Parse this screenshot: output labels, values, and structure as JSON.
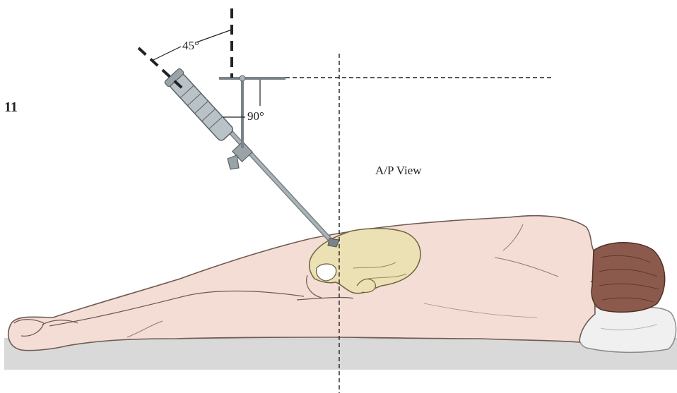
{
  "figure": {
    "number": "11",
    "labels": {
      "angle_45": "45°",
      "angle_90": "90°",
      "view": "A/P View"
    },
    "colors": {
      "skin": "#f4ddd4",
      "skin_outline": "#6e5a52",
      "bone": "#ece1b4",
      "bone_outline": "#6d6340",
      "hair": "#8c5a4c",
      "pillow": "#f0f0f0",
      "table": "#d9d9d9",
      "instrument": "#aab3b8",
      "guide_line": "#222222"
    },
    "icons": [
      "patient-figure",
      "pelvis-bone",
      "guide-instrument",
      "head-pillow",
      "operating-table"
    ]
  }
}
